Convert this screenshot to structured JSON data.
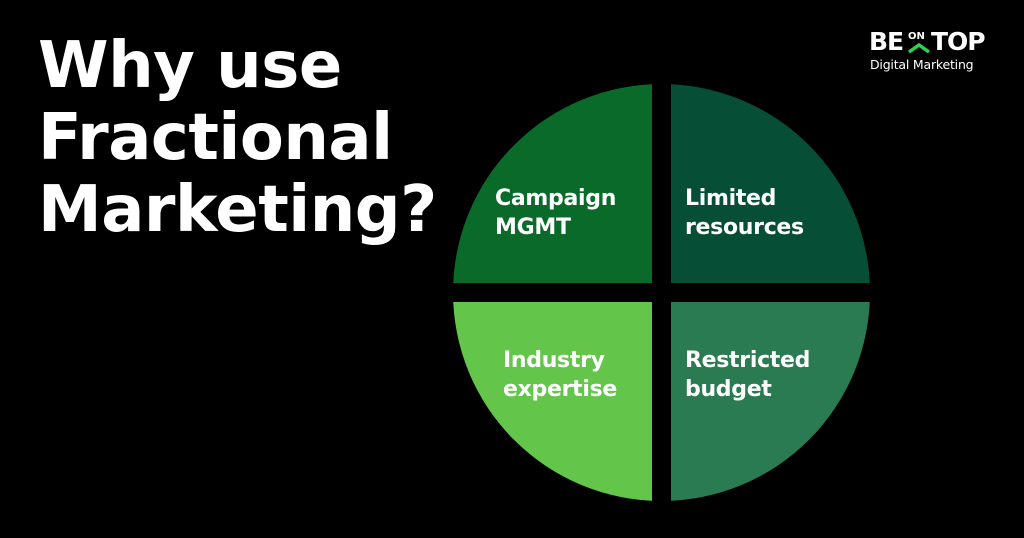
{
  "headline": {
    "lines": [
      "Why use",
      "Fractional",
      "Marketing?"
    ]
  },
  "logo": {
    "part1": "BE",
    "part_on": "ON",
    "part2": "TOP",
    "subtitle": "Digital Marketing",
    "accent_color": "#2ed14a",
    "icon": "chevron-up-icon"
  },
  "quadrants": [
    {
      "position": "top-left",
      "lines": [
        "Campaign",
        "MGMT"
      ],
      "color": "#0a6a2a"
    },
    {
      "position": "top-right",
      "lines": [
        "Limited",
        "resources"
      ],
      "color": "#064e36"
    },
    {
      "position": "bottom-left",
      "lines": [
        "Industry",
        "expertise"
      ],
      "color": "#63c54a"
    },
    {
      "position": "bottom-right",
      "lines": [
        "Restricted",
        "budget"
      ],
      "color": "#2a7a52"
    }
  ],
  "colors": {
    "background": "#000000",
    "text": "#ffffff"
  }
}
